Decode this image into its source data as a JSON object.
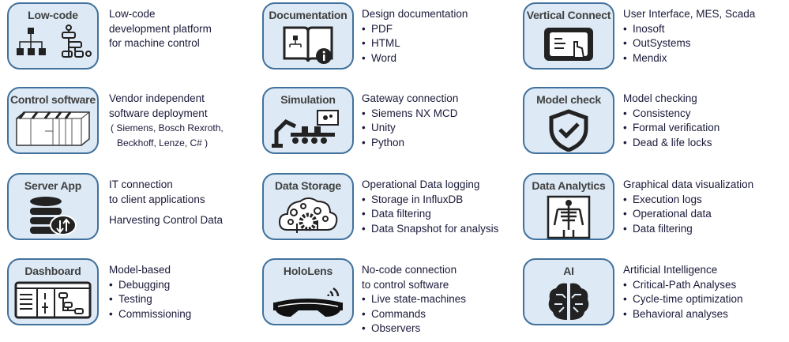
{
  "cards": [
    {
      "title": "Low-code",
      "icon": "hierarchy-flowchart-icon",
      "lines": [
        "Low-code",
        "development platform",
        "for machine control"
      ],
      "bullets": []
    },
    {
      "title": "Documentation",
      "icon": "book-info-icon",
      "lines": [
        "Design documentation"
      ],
      "bullets": [
        "PDF",
        "HTML",
        "Word"
      ]
    },
    {
      "title": "Vertical Connect",
      "icon": "touchscreen-icon",
      "lines": [
        "User Interface, MES, Scada"
      ],
      "bullets": [
        "Inosoft",
        "OutSystems",
        "Mendix"
      ]
    },
    {
      "title": "Control software",
      "icon": "plc-icon",
      "lines": [
        "Vendor independent",
        "software deployment"
      ],
      "small": [
        "( Siemens, Bosch Rexroth,",
        "Beckhoff, Lenze, C# )"
      ],
      "bullets": []
    },
    {
      "title": "Simulation",
      "icon": "robot-arm-icon",
      "lines": [
        "Gateway connection"
      ],
      "bullets": [
        "Siemens NX MCD",
        "Unity",
        "Python"
      ]
    },
    {
      "title": "Model check",
      "icon": "shield-check-icon",
      "lines": [
        "Model checking"
      ],
      "bullets": [
        "Consistency",
        "Formal verification",
        "Dead & life locks"
      ]
    },
    {
      "title": "Server App",
      "icon": "database-cloud-icon",
      "lines": [
        "IT connection",
        "to client applications"
      ],
      "extra": "Harvesting Control Data",
      "bullets": []
    },
    {
      "title": "Data Storage",
      "icon": "cloud-gears-icon",
      "lines": [
        "Operational Data logging"
      ],
      "bullets": [
        "Storage in InfluxDB",
        "Data filtering",
        "Data Snapshot for analysis"
      ]
    },
    {
      "title": "Data Analytics",
      "icon": "xray-icon",
      "lines": [
        "Graphical data visualization"
      ],
      "bullets": [
        "Execution logs",
        "Operational data",
        "Data filtering"
      ]
    },
    {
      "title": "Dashboard",
      "icon": "dashboard-icon",
      "lines": [
        "Model-based"
      ],
      "bullets": [
        "Debugging",
        "Testing",
        "Commissioning"
      ]
    },
    {
      "title": "HoloLens",
      "icon": "headset-icon",
      "lines": [
        "No-code connection",
        "to control software"
      ],
      "bullets": [
        "Live state-machines",
        "Commands",
        "Observers"
      ]
    },
    {
      "title": "AI",
      "icon": "brain-circuit-icon",
      "lines": [
        "Artificial Intelligence"
      ],
      "bullets": [
        "Critical-Path Analyses",
        "Cycle-time optimization",
        "Behavioral analyses"
      ]
    }
  ]
}
